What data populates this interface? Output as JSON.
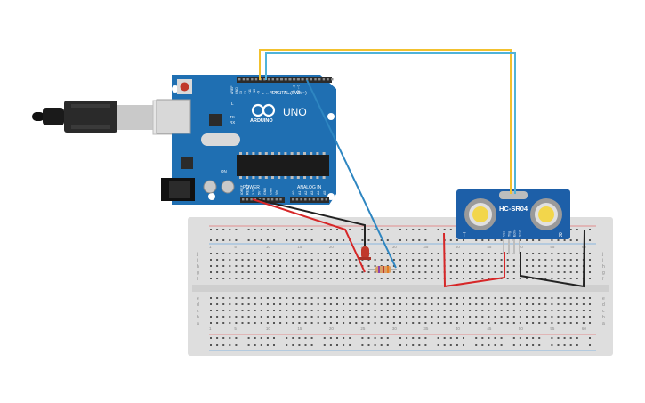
{
  "arduino": {
    "brand": "ARDUINO",
    "model": "UNO",
    "digital_label": "DIGITAL (PWM~)",
    "power_label": "POWER",
    "analog_label": "ANALOG IN",
    "tx_label": "TX",
    "rx_label": "RX",
    "l_label": "L",
    "on_label": "ON",
    "digital_pins": [
      "AREF",
      "GND",
      "13",
      "12",
      "~11",
      "~10",
      "~9",
      "8",
      "7",
      "~6",
      "~5",
      "4",
      "~3",
      "2",
      "TX→1",
      "RX←0"
    ],
    "power_pins": [
      "IOREF",
      "RESET",
      "3.3V",
      "5V",
      "GND",
      "GND",
      "Vin"
    ],
    "analog_pins": [
      "A0",
      "A1",
      "A2",
      "A3",
      "A4",
      "A5"
    ],
    "colors": {
      "board": "#1f6fb2",
      "header": "#2b2b2b"
    }
  },
  "sensor": {
    "label": "HC-SR04",
    "left_mark": "T",
    "right_mark": "R",
    "pins": [
      "Vcc",
      "Trig",
      "Echo",
      "Gnd"
    ],
    "color": "#1d5fa8"
  },
  "breadboard": {
    "row_letters_top": [
      "j",
      "i",
      "h",
      "g",
      "f"
    ],
    "row_letters_bottom": [
      "e",
      "d",
      "c",
      "b",
      "a"
    ],
    "column_numbers": [
      "1",
      "5",
      "10",
      "15",
      "20",
      "25",
      "30",
      "35",
      "40",
      "45",
      "50",
      "55",
      "60"
    ]
  },
  "components": {
    "led": {
      "color": "#c0392b"
    },
    "resistor": {
      "color": "#d9a066"
    }
  },
  "wires": {
    "yellow": "#f2c12e",
    "cyan": "#4fb3d9",
    "blue": "#2e86c1",
    "red": "#d62728",
    "black": "#222222"
  }
}
